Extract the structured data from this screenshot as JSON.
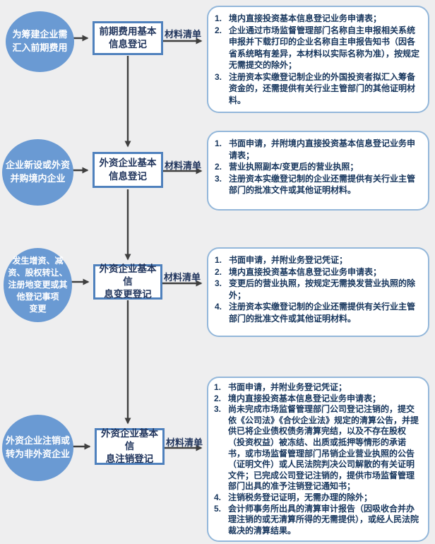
{
  "diagram": {
    "type": "flowchart",
    "background": "#eeeeef",
    "colors": {
      "ellipse_fill": "#6a9ad3",
      "ellipse_text": "#ffffff",
      "process_border": "#4f81bd",
      "process_text": "#20345c",
      "bigbox_border": "#93b7da",
      "bigbox_text": "#17365d",
      "arrow": "#3f3f3f"
    },
    "rows": [
      {
        "trigger_lines": [
          "为筹建企业需",
          "汇入前期费用"
        ],
        "process_lines": [
          "前期费用基本",
          "信息登记"
        ],
        "arrow_label": "材料清单",
        "materials": [
          {
            "num": "1.",
            "text": "境内直接投资基本信息登记业务申请表；"
          },
          {
            "num": "2.",
            "text": "企业通过市场监督管理部门名称自主申报相关系统申报并下载打印的企业名称自主申报告知书（因各省系统略有差异，本材料以实际名称为准），按规定无需提交的除外；"
          },
          {
            "num": "3.",
            "text": "注册资本实缴登记制企业的外国投资者拟汇入筹备资金的，还需提供有关行业主管部门的其他证明材料。"
          }
        ]
      },
      {
        "trigger_lines": [
          "企业新设或外资",
          "并购境内企业"
        ],
        "process_lines": [
          "外资企业基本",
          "信息登记"
        ],
        "arrow_label": "材料清单",
        "materials": [
          {
            "num": "1.",
            "text": "书面申请，并附境内直接投资基本信息登记业务申请表；"
          },
          {
            "num": "2.",
            "text": "营业执照副本/变更后的营业执照；"
          },
          {
            "num": "3.",
            "text": "注册资本实缴登记制的企业还需提供有关行业主管部门的批准文件或其他证明材料。"
          }
        ]
      },
      {
        "trigger_lines": [
          "发生增资、减",
          "资、股权转让、",
          "注册地变更或其",
          "他登记事项",
          "变更"
        ],
        "process_lines": [
          "外资企业基本信",
          "息变更登记"
        ],
        "arrow_label": "材料清单",
        "materials": [
          {
            "num": "1.",
            "text": "书面申请，并附业务登记凭证；"
          },
          {
            "num": "2.",
            "text": "境内直接投资基本信息登记业务申请表；"
          },
          {
            "num": "3.",
            "text": "变更后的营业执照，按规定无需换发营业执照的除外；"
          },
          {
            "num": "4.",
            "text": "注册资本实缴登记制的企业还需提供有关行业主管部门的批准文件或其他证明材料。"
          }
        ]
      },
      {
        "trigger_lines": [
          "外资企业注销或",
          "转为非外资企业"
        ],
        "process_lines": [
          "外资企业基本信",
          "息注销登记"
        ],
        "arrow_label": "材料清单",
        "materials": [
          {
            "num": "1.",
            "text": "书面申请，并附业务登记凭证；"
          },
          {
            "num": "2.",
            "text": "境内直接投资基本信息登记业务申请表；"
          },
          {
            "num": "3.",
            "text": "尚未完成市场监督管理部门公司登记注销的，提交依《公司法》《合伙企业法》规定的清算公告，并提供已将企业债权债务清算完结，以及不存在股权（投资权益）被冻结、出质或抵押等情形的承诺书，或市场监督管理部门吊销企业营业执照的公告（证明文件）或人民法院判决公司解散的有关证明文件；已完成公司登记注销的，提供市场监督管理部门出具的准予注销登记通知书；"
          },
          {
            "num": "4.",
            "text": "注销税务登记证明，无需办理的除外；"
          },
          {
            "num": "5.",
            "text": "会计师事务所出具的清算审计报告（因吸收合并办理注销的或无清算所得的无需提供），或经人民法院裁决的清算结果。"
          }
        ]
      }
    ]
  }
}
